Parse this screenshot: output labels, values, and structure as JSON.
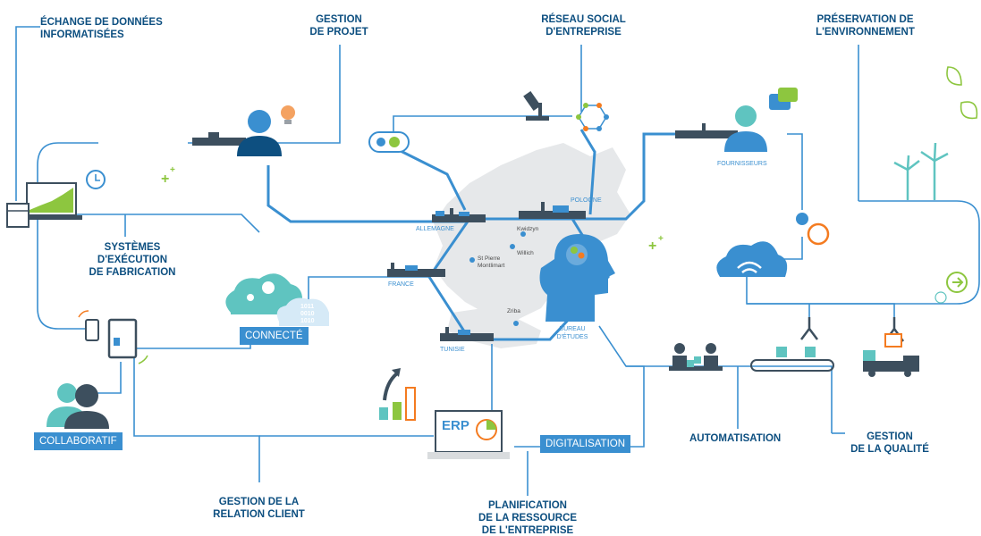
{
  "labels": {
    "edi": "ÉCHANGE DE DONNÉES\nINFORMATISÉES",
    "project": "GESTION\nDE PROJET",
    "social": "RÉSEAU SOCIAL\nD'ENTREPRISE",
    "environment": "PRÉSERVATION DE\nL'ENVIRONNEMENT",
    "mes": "SYSTÈMES D'EXÉCUTION\nDE FABRICATION",
    "crm": "GESTION DE LA\nRELATION CLIENT",
    "erp_planning": "PLANIFICATION\nDE LA RESSOURCE\nDE L'ENTREPRISE",
    "automation": "AUTOMATISATION",
    "quality": "GESTION\nDE LA QUALITÉ"
  },
  "boxes": {
    "connected": "CONNECTÉ",
    "collaborative": "COLLABORATIF",
    "digitalisation": "DIGITALISATION"
  },
  "sites": {
    "germany": "ALLEMAGNE",
    "poland": "POLOGNE",
    "france": "FRANCE",
    "tunisia": "TUNISIE",
    "suppliers": "FOURNISSEURS",
    "design_office": "BUREAU\nD'ÉTUDES"
  },
  "cities": {
    "kwidzyn": "Kwidzyn",
    "willich": "Willich",
    "st_pierre": "St Pierre\nMontlimart",
    "zriba": "Zriba"
  },
  "erp_logo": "ERP",
  "binary_text": "1011\n0010\n1010",
  "colors": {
    "primary": "#3a8fd0",
    "dark_navy": "#0d4f80",
    "teal": "#5fc4c0",
    "green": "#8dc63f",
    "orange": "#f47b20",
    "gray": "#d9dcde",
    "dark_slate": "#3d4f5e"
  }
}
